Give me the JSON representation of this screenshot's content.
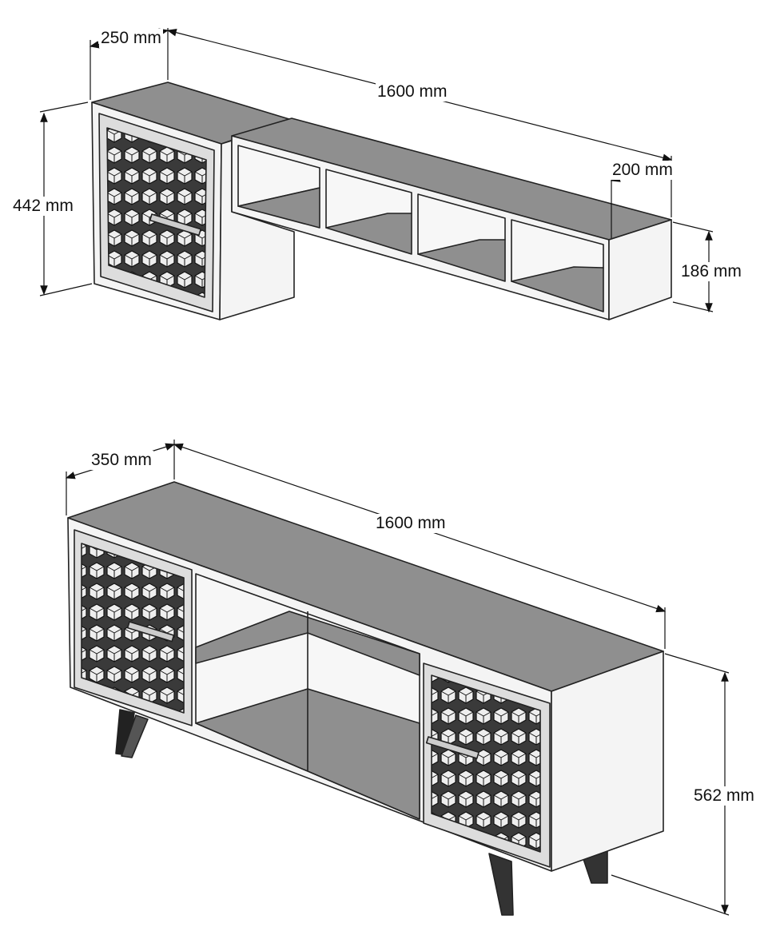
{
  "top_unit": {
    "depth_label": "250 mm",
    "width_label": "1600 mm",
    "shelf_depth_label": "200 mm",
    "height_label": "442 mm",
    "shelf_height_label": "186 mm"
  },
  "bottom_unit": {
    "depth_label": "350 mm",
    "width_label": "1600 mm",
    "height_label": "562 mm"
  },
  "colors": {
    "top_face": "#8f8f8f",
    "panel": "#f4f4f4",
    "line": "#222222"
  }
}
